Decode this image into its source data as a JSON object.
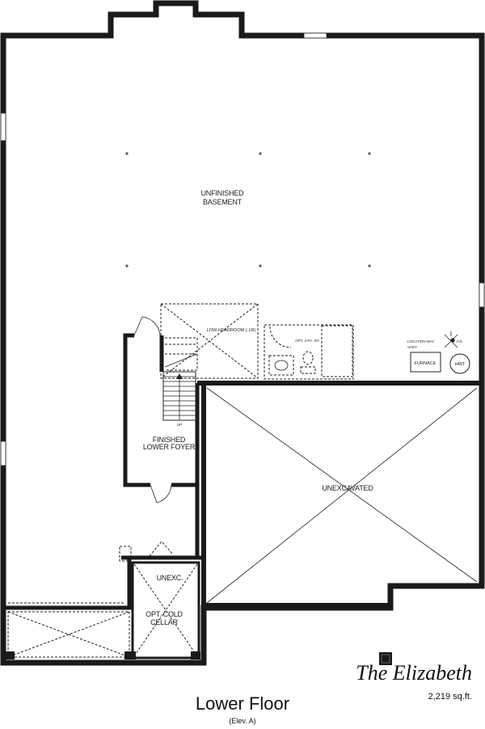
{
  "plan": {
    "rooms": {
      "basement_line1": "UNFINISHED",
      "basement_line2": "BASEMENT",
      "unexcavated": "UNEXCAVATED",
      "foyer_line1": "FINISHED",
      "foyer_line2": "LOWER FOYER",
      "unexc": "UNEXC.",
      "cellar_line1": "OPT. COLD",
      "cellar_line2": "CELLAR"
    },
    "notes": {
      "low_headroom": "LOW HEADROOM (-1R)",
      "opt_bath": "OPT. 3 PC. R/I",
      "location_line1": "LOCATION MAY",
      "location_line2": "VARY",
      "floor_drain": "F.D.",
      "stair_up": "UP"
    },
    "equipment": {
      "furnace": "FURNACE",
      "hwt": "HWT"
    }
  },
  "title": {
    "model_name": "The Elizabeth",
    "area": "2,219 sq.ft.",
    "floor": "Lower Floor",
    "elevation": "(Elev. A)"
  }
}
